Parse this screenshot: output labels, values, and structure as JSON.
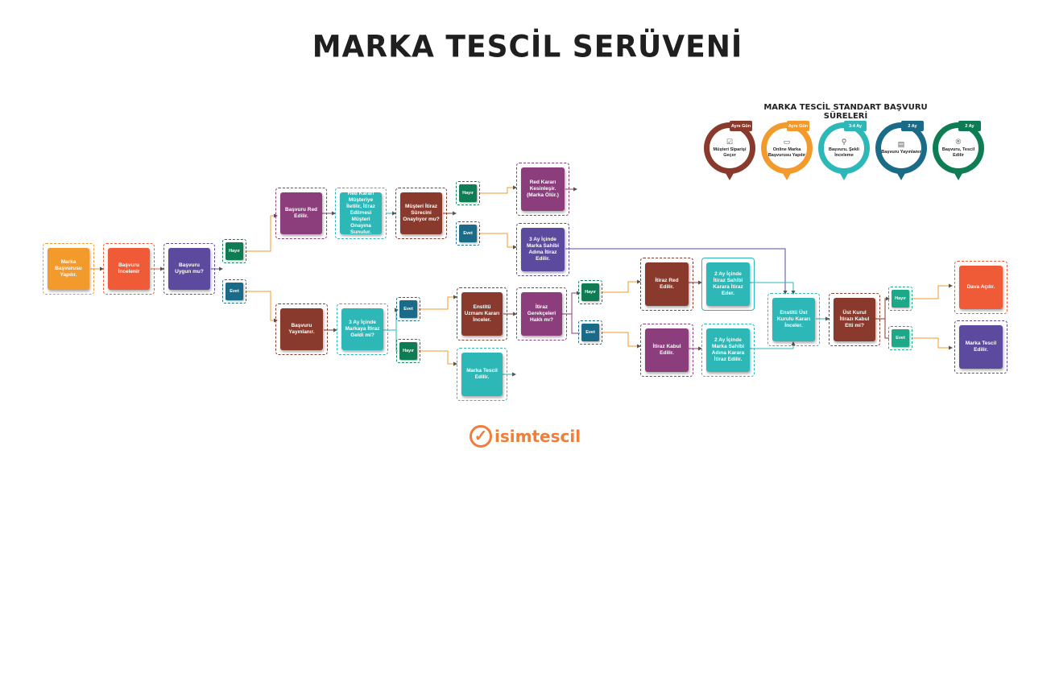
{
  "title": "MARKA TESCİL SERÜVENİ",
  "colors": {
    "orange": "#f39a2d",
    "red_orange": "#ef5b36",
    "purple": "#5c4a9f",
    "dark_green": "#0e7d54",
    "teal_blue": "#1a6b88",
    "magenta": "#8b3d7c",
    "teal": "#2eb7b7",
    "brown": "#8a3a2c",
    "green": "#1da887"
  },
  "nodes": {
    "n1": "Marka Başvurusu Yapılır.",
    "n2": "Başvuru İncelenir",
    "n3": "Başvuru Uygun mu?",
    "n4": "Başvuru Red Edilir.",
    "n5": "Red Kararı Müşteriye İletilir, İtiraz Edilmesi Müşteri Onayına Sunulur.",
    "n6": "Müşteri İtiraz Sürecini Onaylıyor mu?",
    "n7": "Red Kararı Kesinleşir. (Marka Ölür.)",
    "n8": "3 Ay İçinde Marka Sahibi Adına İtiraz Edilir.",
    "n9": "Başvuru Yayınlanır.",
    "n10": "3 Ay İçinde Markaya İtiraz Geldi mi?",
    "n11": "Enstitü Uzmanı Kararı İnceler.",
    "n12": "İtiraz Gerekçeleri Haklı mı?",
    "n13": "Marka Tescil Edilir.",
    "n14": "İtiraz Red Edilir.",
    "n15": "2 Ay İçinde İtiraz Sahibi Karara İtiraz Eder.",
    "n16": "İtiraz Kabul Edilir.",
    "n17": "2 Ay İçinde Marka Sahibi Adına Karara İtiraz Edilir.",
    "n18": "Enstitü Üst Kurulu Kararı İnceler.",
    "n19": "Üst Kurul İtirazı Kabul Etti mi?",
    "n20": "Dava Açılır.",
    "n21": "Marka Tescil Edilir."
  },
  "pills": {
    "p1": "Hayır",
    "p2": "Evet",
    "p3": "Hayır",
    "p4": "Evet",
    "p5": "Evet",
    "p6": "Hayır",
    "p7": "Hayır",
    "p8": "Evet",
    "p9": "Hayır",
    "p10": "Evet"
  },
  "legend": {
    "title": "MARKA TESCİL STANDART BAŞVURU SÜRELERİ",
    "items": [
      {
        "tag": "Aynı Gün",
        "label": "Müşteri Siparişi Geçer",
        "icon": "checklist-icon",
        "color": "#8a3a2c"
      },
      {
        "tag": "Aynı Gün",
        "label": "Online Marka Başvurusu Yapılır",
        "icon": "monitor-icon",
        "color": "#f39a2d"
      },
      {
        "tag": "3-4 Ay",
        "label": "Başvuru, Şekli İnceleme",
        "icon": "magnifier-icon",
        "color": "#2eb7b7"
      },
      {
        "tag": "2 Ay",
        "label": "Başvuru Yayınlanır",
        "icon": "newspaper-icon",
        "color": "#1a6b88"
      },
      {
        "tag": "2 Ay",
        "label": "Başvuru, Tescil Edilir",
        "icon": "registered-icon",
        "color": "#0e7d54"
      }
    ]
  },
  "logo": {
    "text": "isimtescil"
  }
}
